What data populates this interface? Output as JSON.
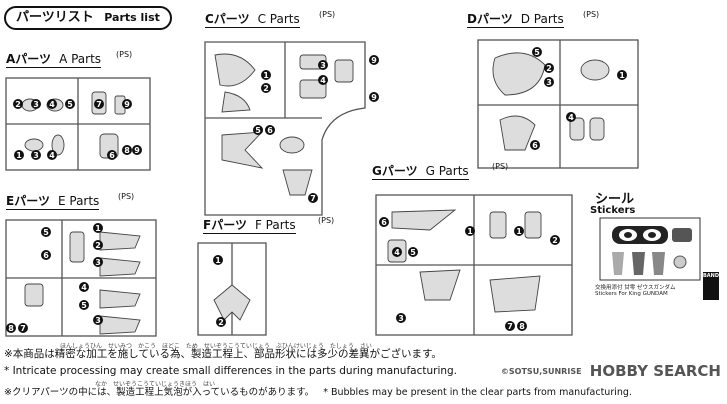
{
  "header": {
    "title_ja": "パーツリスト",
    "title_en": "Parts list"
  },
  "parts": {
    "a": {
      "ja": "Aパーツ",
      "en": "A Parts",
      "ps": "(PS)"
    },
    "c": {
      "ja": "Cパーツ",
      "en": "C Parts",
      "ps": "(PS)"
    },
    "d": {
      "ja": "Dパーツ",
      "en": "D Parts",
      "ps": "(PS)"
    },
    "e": {
      "ja": "Eパーツ",
      "en": "E Parts",
      "ps": "(PS)"
    },
    "f": {
      "ja": "Fパーツ",
      "en": "F Parts",
      "ps": "(PS)"
    },
    "g": {
      "ja": "Gパーツ",
      "en": "G Parts",
      "ps": "(PS)"
    }
  },
  "stickers": {
    "title_ja": "シール",
    "title_en": "Stickers",
    "caption_1": "交換用添付 甘零 ゼウスガンダム",
    "caption_2": "Stickers For King GUNDAM",
    "brand": "BANDAI"
  },
  "notes": {
    "ja_1": "※本商品は精密な加工を施している為、製造工程上、部品形状には多少の差異がございます。",
    "en_1": "* Intricate processing may create small differences in the parts during manufacturing.",
    "ja_2": "※クリアパーツの中には、製造工程上気泡が入っているものがあります。",
    "en_2": "* Bubbles may be present in the clear parts from manufacturing."
  },
  "ruby": {
    "r1": "ほんしょうひん　せいみつ　かこう　ほどこ　ため　せいぞうこうていじょう　ぶひんけいじょう　たしょう　さい",
    "r2": "なか　せいぞうこうていじょうきほう　はい"
  },
  "watermark": {
    "text": "HOBBY SEARCH",
    "copyright": "©SOTSU,SUNRISE"
  }
}
